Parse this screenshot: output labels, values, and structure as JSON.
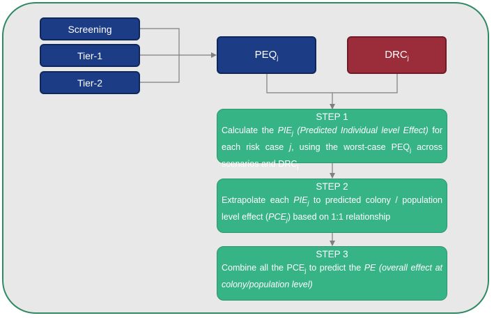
{
  "inputs": [
    "Screening",
    "Tier-1",
    "Tier-2"
  ],
  "peq": {
    "main": "PEQ",
    "sub": "j"
  },
  "drc": {
    "main": "DRC",
    "sub": "j"
  },
  "step1": {
    "title": "STEP 1",
    "t1": "Calculate the ",
    "pie": "PIE",
    "j": "j",
    "pie_desc": " (Predicted Individual level Effect)",
    "t2": " for each risk case ",
    "t3": ", using the worst-case PEQ",
    "t4": " across scenarios and DRC"
  },
  "step2": {
    "title": "STEP 2",
    "t1": "Extrapolate each ",
    "pie": "PIE",
    "j": "j",
    "t2": " to predicted colony / population level effect (",
    "pce": "PCE",
    "t3": ") based on 1:1 relationship"
  },
  "step3": {
    "title": "STEP 3",
    "t1": "Combine all the PCE",
    "j": "j",
    "t2": " to predict the ",
    "pe_desc": "PE (overall effect at colony/population level)"
  },
  "colors": {
    "navy": "#1c3c86",
    "red": "#9b2c3a",
    "green": "#36b485",
    "border": "#2f8a63",
    "background": "#e8e8e8"
  }
}
